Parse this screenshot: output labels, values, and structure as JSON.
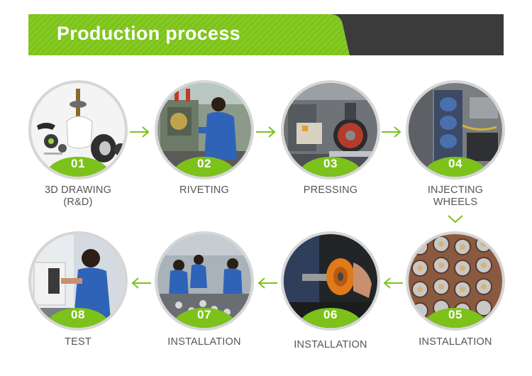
{
  "banner": {
    "title": "Production process",
    "accent_color": "#7cc21b",
    "dark_color": "#3b3b3b"
  },
  "steps": [
    {
      "num": "01",
      "label_line1": "3D DRAWING",
      "label_line2": "(R&D)",
      "image": "3d-drawing-photo"
    },
    {
      "num": "02",
      "label_line1": "RIVETING",
      "label_line2": "",
      "image": "riveting-photo"
    },
    {
      "num": "03",
      "label_line1": "PRESSING",
      "label_line2": "",
      "image": "pressing-photo"
    },
    {
      "num": "04",
      "label_line1": "INJECTING",
      "label_line2": "WHEELS",
      "image": "injecting-wheels-photo"
    },
    {
      "num": "05",
      "label_line1": "INSTALLATION",
      "label_line2": "",
      "image": "installation-photo"
    },
    {
      "num": "06",
      "label_line1": "INSTALLATION",
      "label_line2": "",
      "image": "installation-photo"
    },
    {
      "num": "07",
      "label_line1": "INSTALLATION",
      "label_line2": "",
      "image": "installation-photo"
    },
    {
      "num": "08",
      "label_line1": "TEST",
      "label_line2": "",
      "image": "test-photo"
    }
  ],
  "arrows": {
    "right": "chevron-right-icon",
    "down": "chevron-down-icon",
    "left": "chevron-left-icon"
  }
}
